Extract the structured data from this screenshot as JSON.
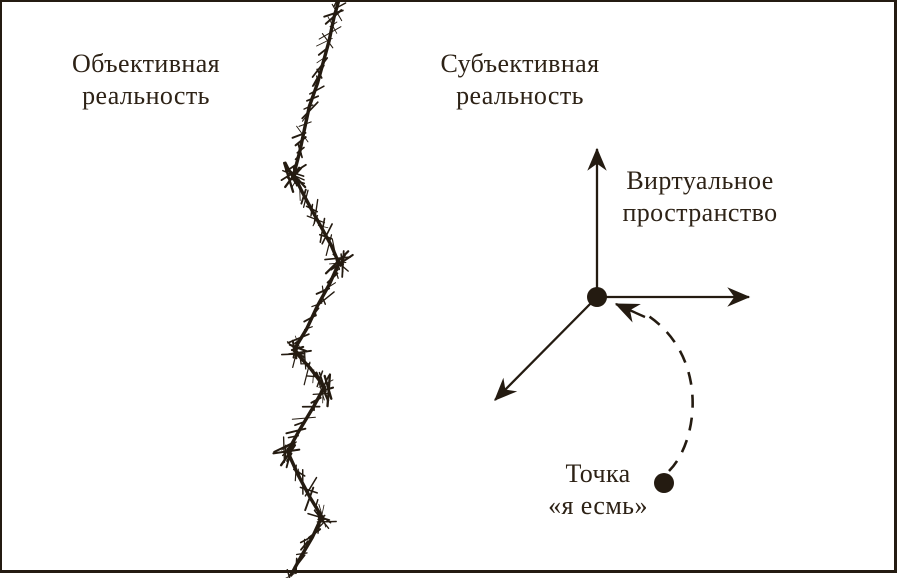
{
  "figure": {
    "background": "#ffffff",
    "ink_color": "#241b11",
    "text_color": "#2d2216"
  },
  "labels": {
    "objective_reality": {
      "line1": "Объективная",
      "line2": "реальность"
    },
    "subjective_reality": {
      "line1": "Субъективная",
      "line2": "реальность"
    },
    "virtual_space": {
      "line1": "Виртуальное",
      "line2": "пространство"
    },
    "point_i_am": {
      "line1": "Точка",
      "line2": "«я есмь»"
    }
  }
}
